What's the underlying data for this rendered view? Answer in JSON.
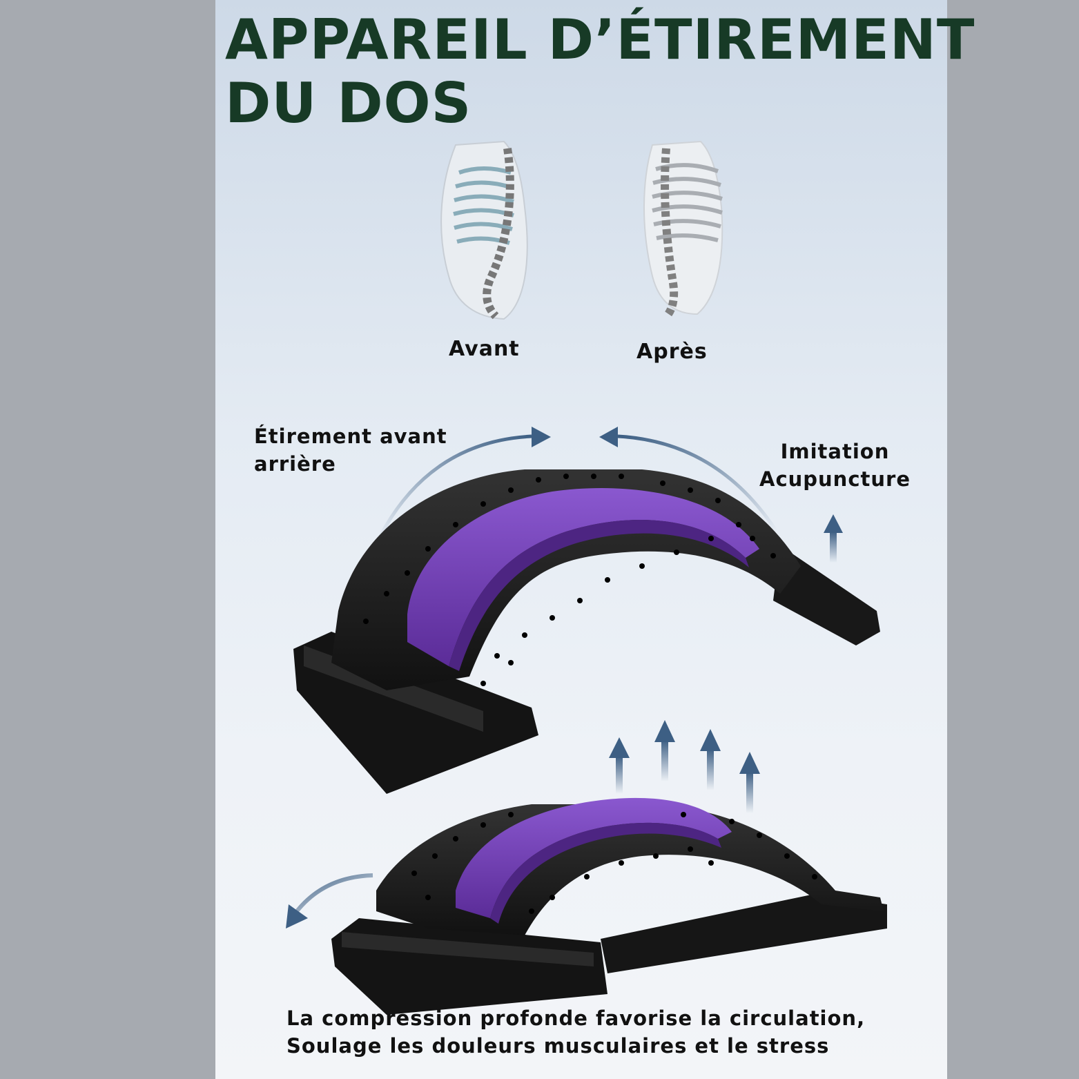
{
  "heading": {
    "line1": "APPAREIL D’ÉTIREMENT",
    "line2": "DU DOS"
  },
  "spine_compare": {
    "before_label": "Avant",
    "after_label": "Après"
  },
  "features": {
    "stretch_line1": "Étirement avant",
    "stretch_line2": "arrière",
    "acu_line1": "Imitation",
    "acu_line2": "Acupuncture"
  },
  "footer": {
    "line1": "La compression profonde favorise la circulation,",
    "line2": "Soulage les douleurs musculaires et le stress"
  },
  "colors": {
    "title": "#173a26",
    "accent_purple": "#6a3aa8",
    "device_black": "#1c1c1c",
    "arrow_blue": "#3d5f84"
  }
}
